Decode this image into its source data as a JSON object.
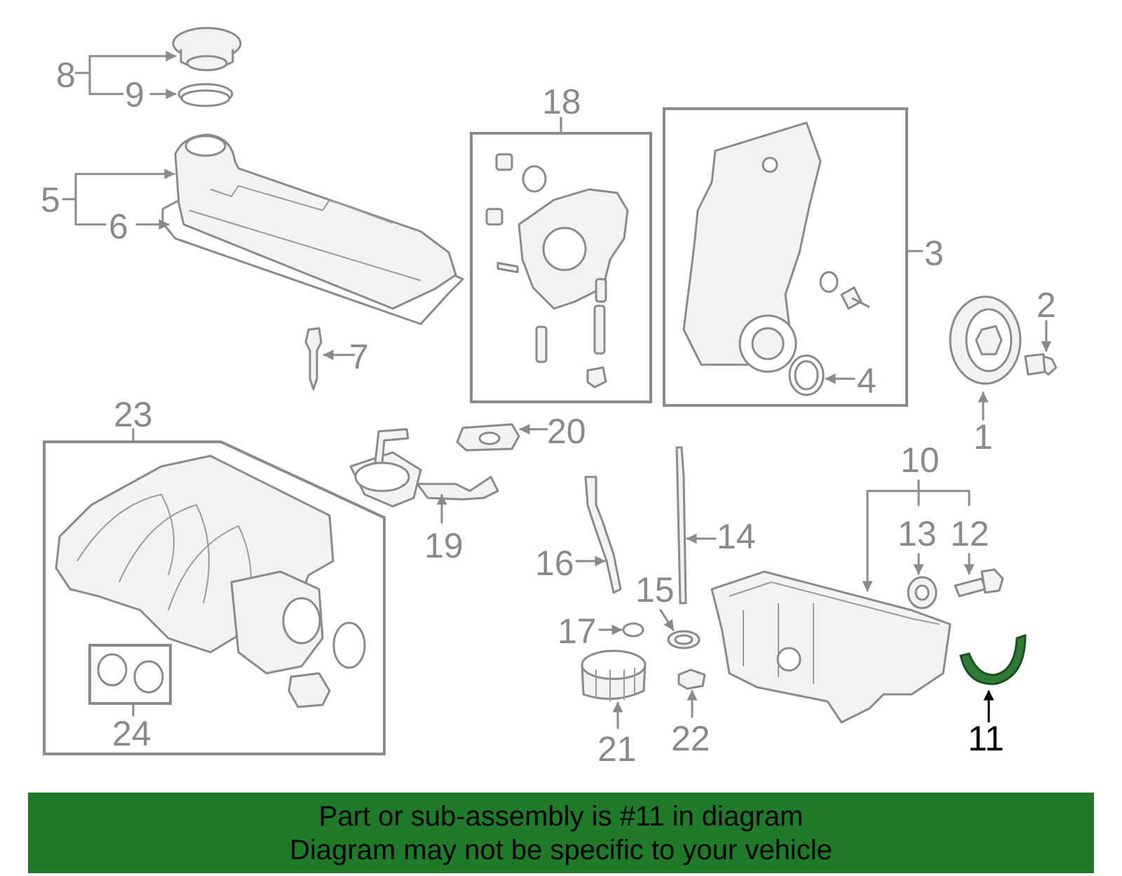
{
  "diagram": {
    "callouts": {
      "c1": "1",
      "c2": "2",
      "c3": "3",
      "c4": "4",
      "c5": "5",
      "c6": "6",
      "c7": "7",
      "c8": "8",
      "c9": "9",
      "c10": "10",
      "c11": "11",
      "c12": "12",
      "c13": "13",
      "c14": "14",
      "c15": "15",
      "c16": "16",
      "c17": "17",
      "c18": "18",
      "c19": "19",
      "c20": "20",
      "c21": "21",
      "c22": "22",
      "c23": "23",
      "c24": "24"
    },
    "highlighted_part": "11",
    "colors": {
      "line": "#8a8a8a",
      "highlight_part": "#2f7a37",
      "banner_bg": "#1f7a2a",
      "banner_text": "#000000"
    }
  },
  "banner": {
    "line1": "Part or sub-assembly is #11 in diagram",
    "line2": "Diagram may not be specific to your vehicle"
  }
}
